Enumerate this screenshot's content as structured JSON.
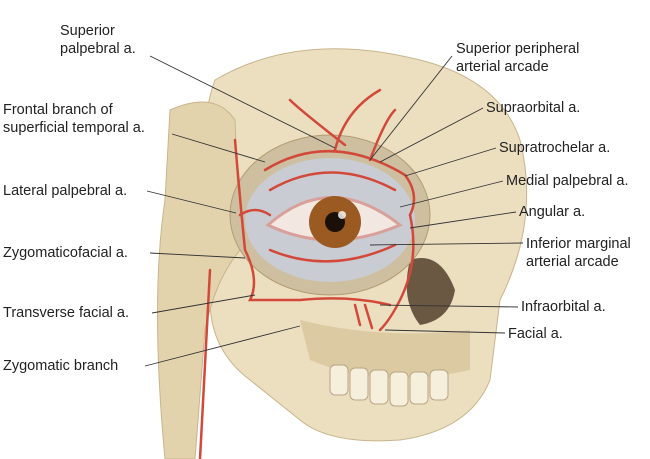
{
  "labels": {
    "superior_palpebral": [
      "Superior",
      "palpebral a."
    ],
    "frontal_branch": [
      "Frontal branch of",
      "superficial temporal a."
    ],
    "lateral_palpebral": "Lateral palpebral a.",
    "zygomaticofacial": "Zygomaticofacial a.",
    "transverse_facial": "Transverse facial a.",
    "zygomatic_branch": "Zygomatic branch",
    "superior_peripheral_arcade": [
      "Superior peripheral",
      "arterial arcade"
    ],
    "supraorbital": "Supraorbital a.",
    "supratrochelar": "Supratrochelar a.",
    "medial_palpebral": "Medial palpebral a.",
    "angular": "Angular a.",
    "inferior_marginal_arcade": [
      "Inferior marginal",
      "arterial arcade"
    ],
    "infraorbital": "Infraorbital a.",
    "facial": "Facial a."
  },
  "colors": {
    "bone": "#ecdfc0",
    "bone_shadow": "#c9b48c",
    "artery": "#d2493a",
    "iris": "#9a5a22",
    "leader": "#333333"
  }
}
